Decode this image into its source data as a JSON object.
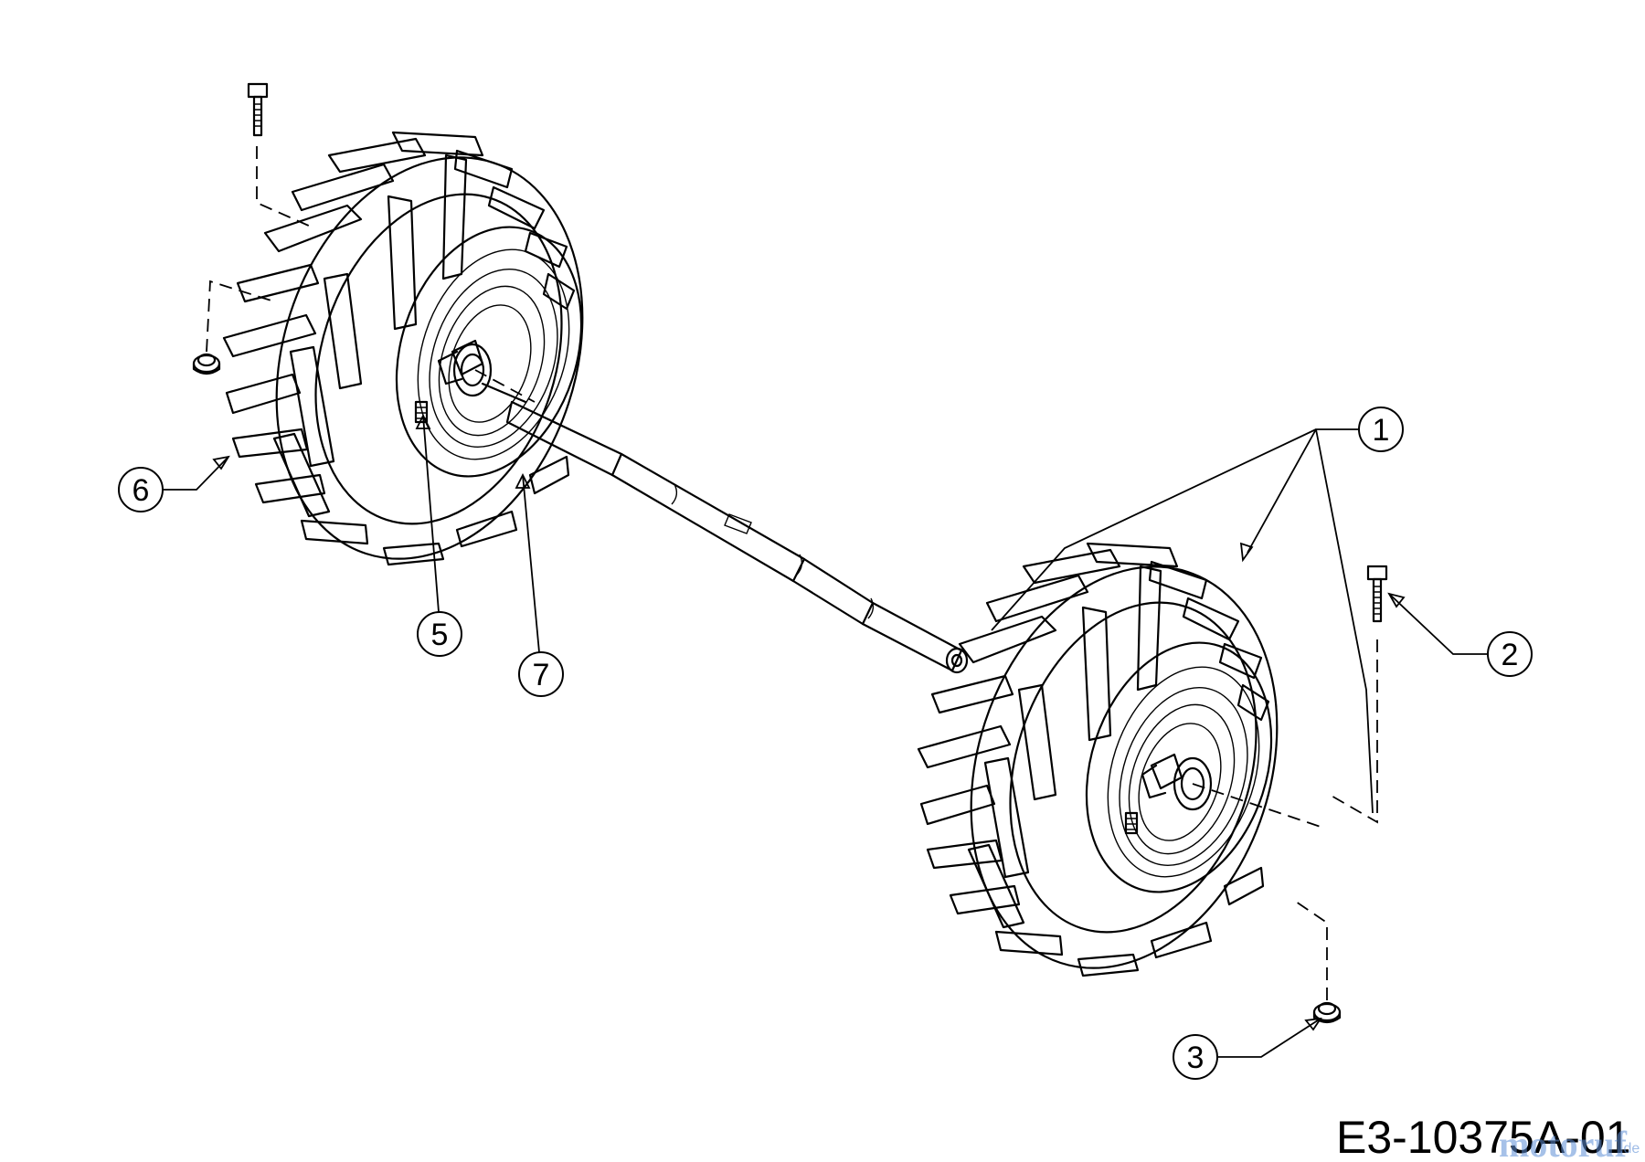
{
  "callouts": [
    {
      "id": "1",
      "label": "1"
    },
    {
      "id": "2",
      "label": "2"
    },
    {
      "id": "3",
      "label": "3"
    },
    {
      "id": "5",
      "label": "5"
    },
    {
      "id": "6",
      "label": "6"
    },
    {
      "id": "7",
      "label": "7"
    }
  ],
  "drawing_code": "E3-10375A-01",
  "watermark": {
    "text": "motoruf",
    "suffix": ".de"
  }
}
